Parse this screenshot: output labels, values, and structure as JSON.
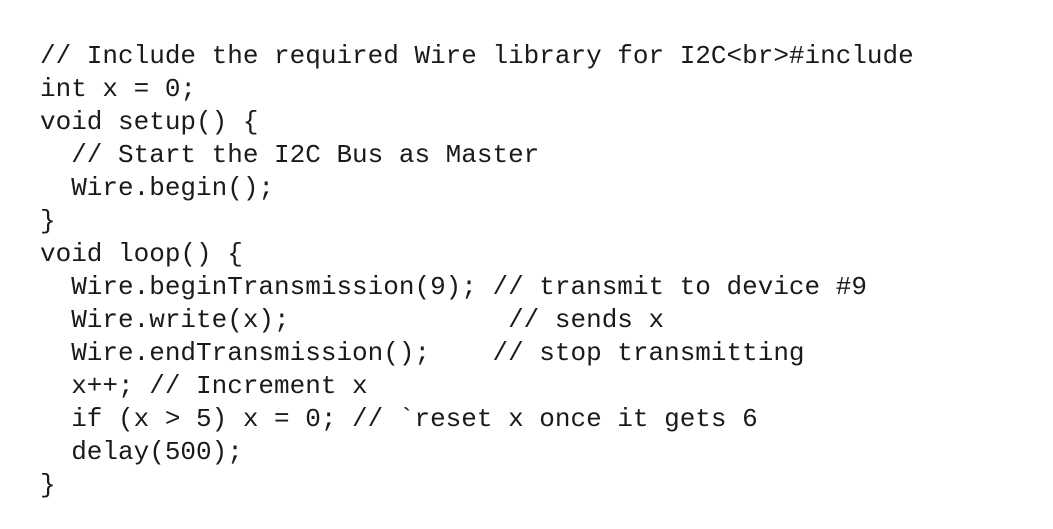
{
  "code": {
    "lines": [
      "// Include the required Wire library for I2C<br>#include",
      "int x = 0;",
      "void setup() {",
      "  // Start the I2C Bus as Master",
      "  Wire.begin();",
      "}",
      "void loop() {",
      "  Wire.beginTransmission(9); // transmit to device #9",
      "  Wire.write(x);              // sends x",
      "  Wire.endTransmission();    // stop transmitting",
      "  x++; // Increment x",
      "  if (x > 5) x = 0; // `reset x once it gets 6",
      "  delay(500);",
      "}"
    ]
  }
}
